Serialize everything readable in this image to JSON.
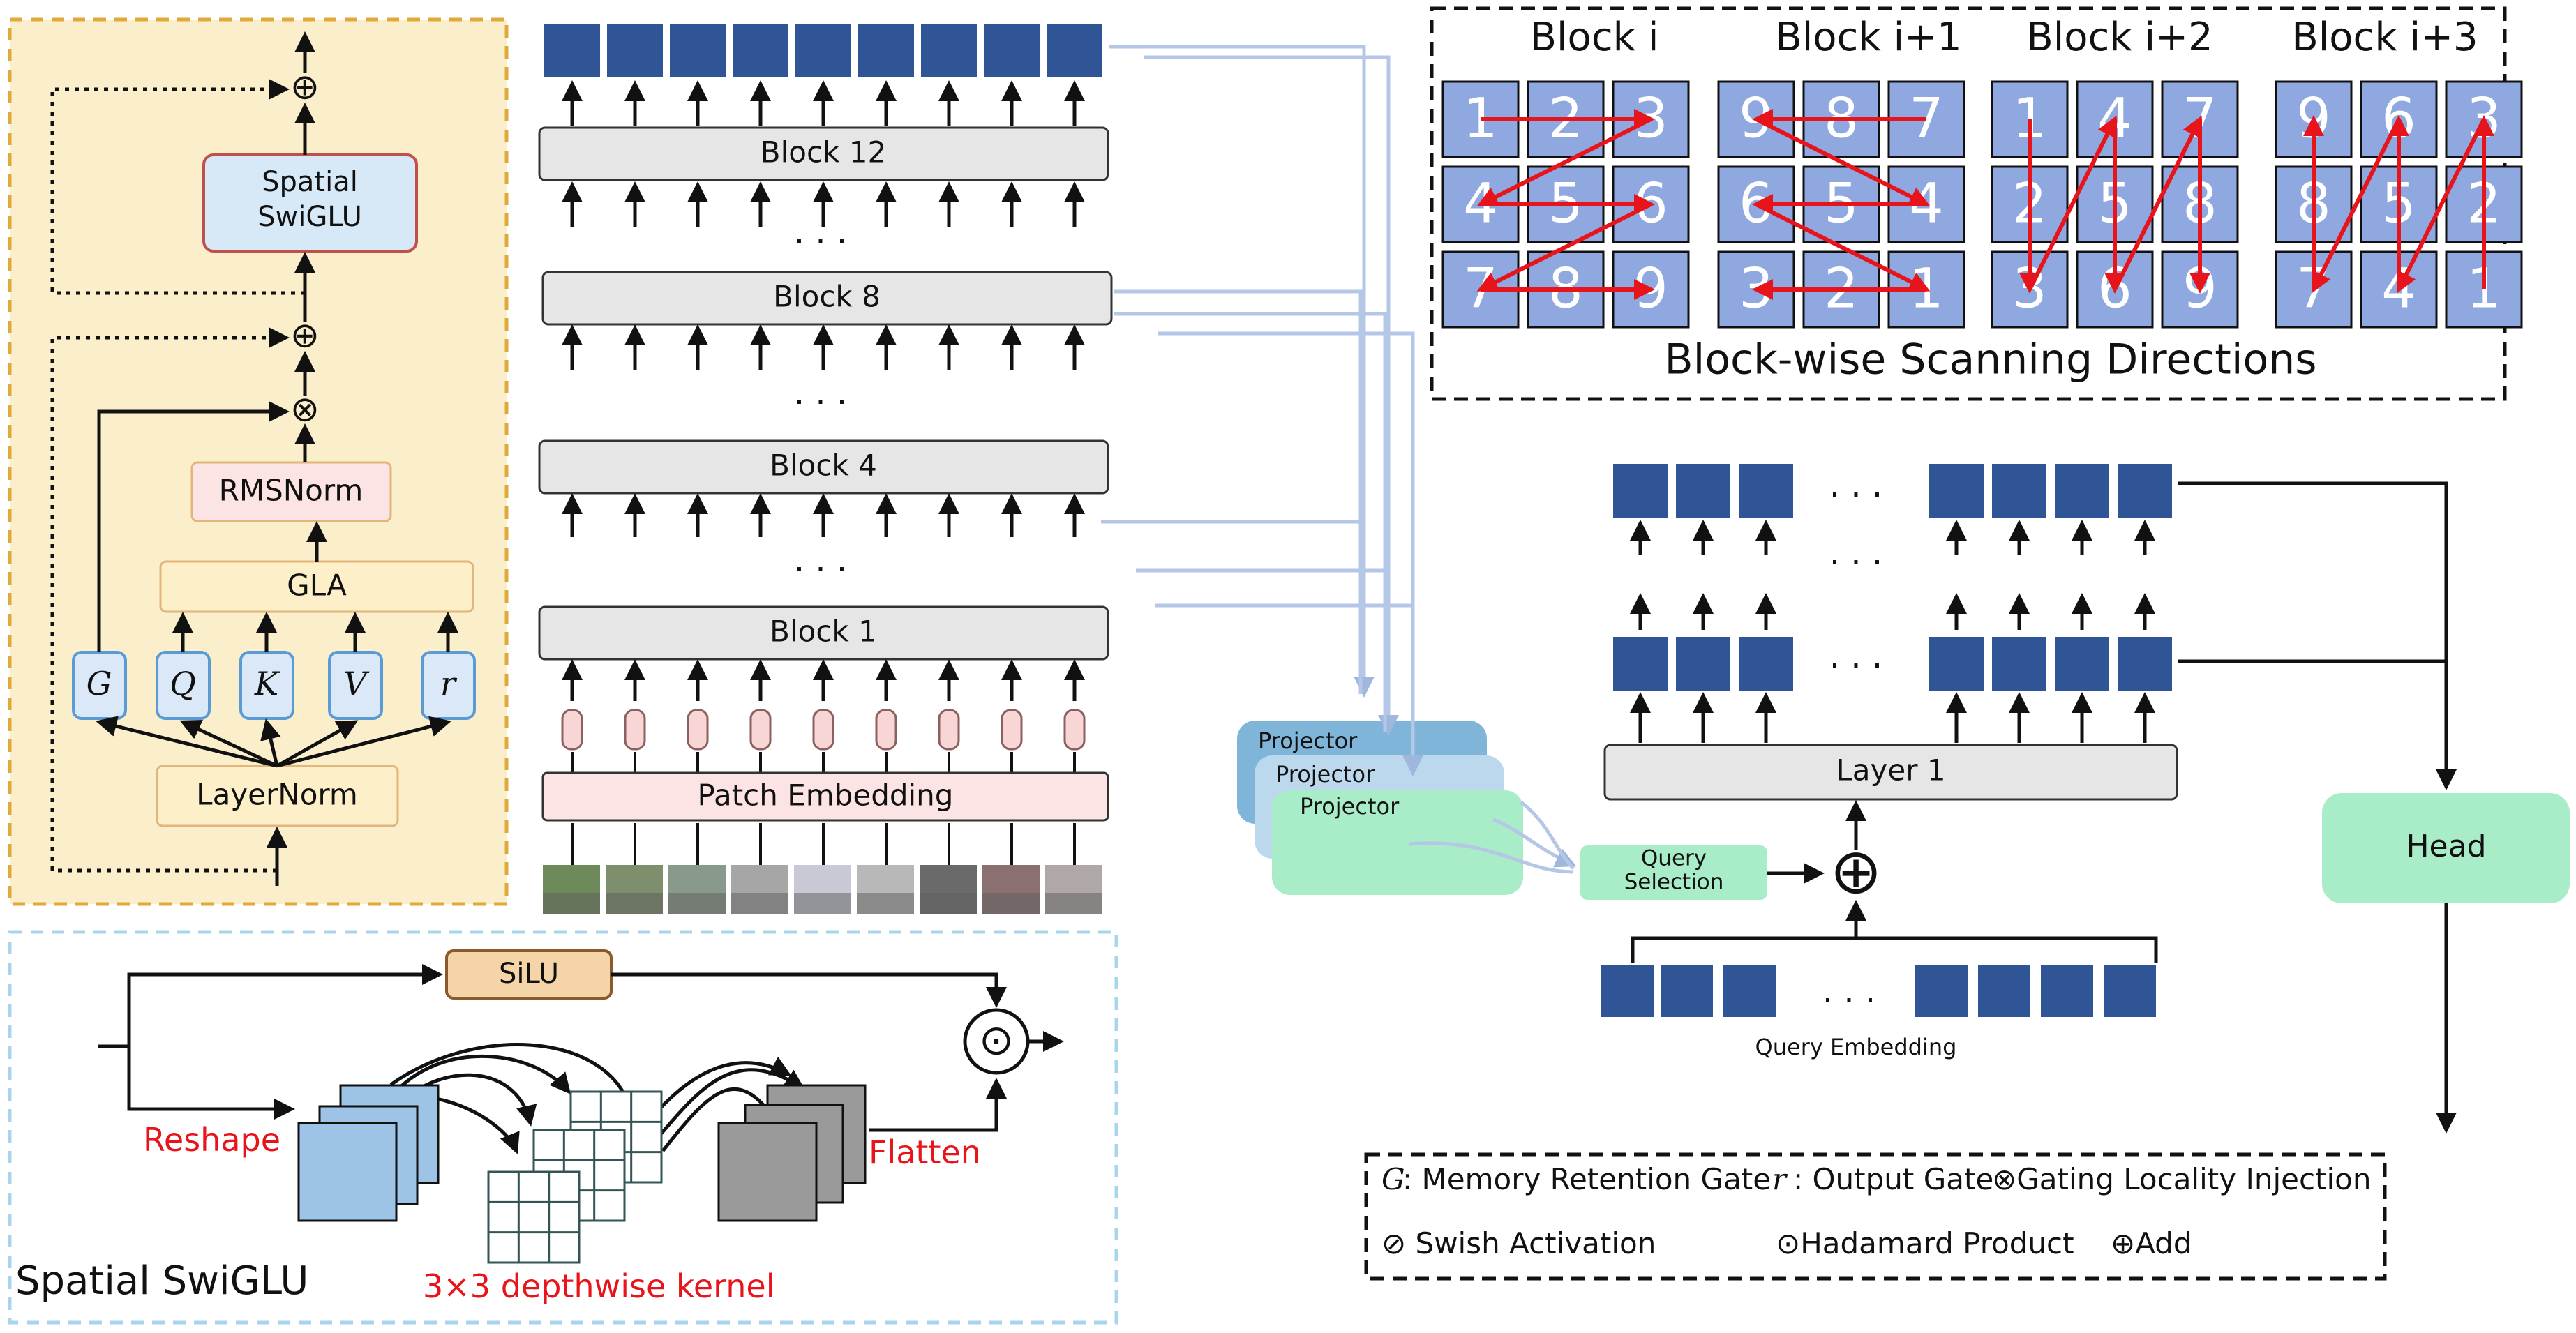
{
  "gla_block": {
    "spatial_swiglu_line1": "Spatial",
    "spatial_swiglu_line2": "SwiGLU",
    "rmsnorm": "RMSNorm",
    "gla": "GLA",
    "layernorm": "LayerNorm",
    "gates": [
      "G",
      "Q",
      "K",
      "V",
      "r"
    ],
    "add_symbol": "⊕",
    "mul_symbol": "⊗"
  },
  "backbone": {
    "block_12": "Block 12",
    "block_8": "Block 8",
    "block_4": "Block 4",
    "block_1": "Block 1",
    "ellipsis": "· · ·",
    "patch_embedding": "Patch Embedding"
  },
  "scanning": {
    "title": "Block-wise Scanning Directions",
    "blocks": [
      {
        "label": "Block i",
        "grid": [
          "1",
          "2",
          "3",
          "4",
          "5",
          "6",
          "7",
          "8",
          "9"
        ]
      },
      {
        "label": "Block i+1",
        "grid": [
          "9",
          "8",
          "7",
          "6",
          "5",
          "4",
          "3",
          "2",
          "1"
        ]
      },
      {
        "label": "Block i+2",
        "grid": [
          "1",
          "4",
          "7",
          "2",
          "5",
          "8",
          "3",
          "6",
          "9"
        ]
      },
      {
        "label": "Block i+3",
        "grid": [
          "9",
          "6",
          "3",
          "8",
          "5",
          "2",
          "7",
          "4",
          "1"
        ]
      }
    ]
  },
  "decoder": {
    "projector": "Projector",
    "query_selection_line1": "Query",
    "query_selection_line2": "Selection",
    "layer_1": "Layer 1",
    "head": "Head",
    "query_embedding": "Query Embedding",
    "ellipsis": "· · ·",
    "plus_symbol": "⊕"
  },
  "swiglu_detail": {
    "title": "Spatial SwiGLU",
    "silu": "SiLU",
    "reshape": "Reshape",
    "flatten": "Flatten",
    "kernel": "3×3 depthwise kernel",
    "hadamard_symbol": "⊙"
  },
  "legend": {
    "g_symbol": "G",
    "g_text": ": Memory Retention Gate",
    "r_symbol": "r",
    "r_text": ": Output Gate",
    "gating": "⊗Gating Locality Injection",
    "swish": "⊘ Swish Activation",
    "hadamard": "⊙Hadamard Product",
    "add": "⊕Add"
  },
  "colors": {
    "token_blue": "#2f5597",
    "cell_blue": "#8fa8e0",
    "scan_arrow": "#e8141b",
    "panel_yellow": "#fbeecb",
    "norm_pink": "#fde4e4",
    "norm_yellow": "#fdf0c8",
    "gate_blue": "#dbe8f7",
    "spatial_blue": "#d7e9f7",
    "green": "#a8ecc8",
    "gray_block": "#e6e6e6",
    "connector": "#b4c7e7"
  }
}
